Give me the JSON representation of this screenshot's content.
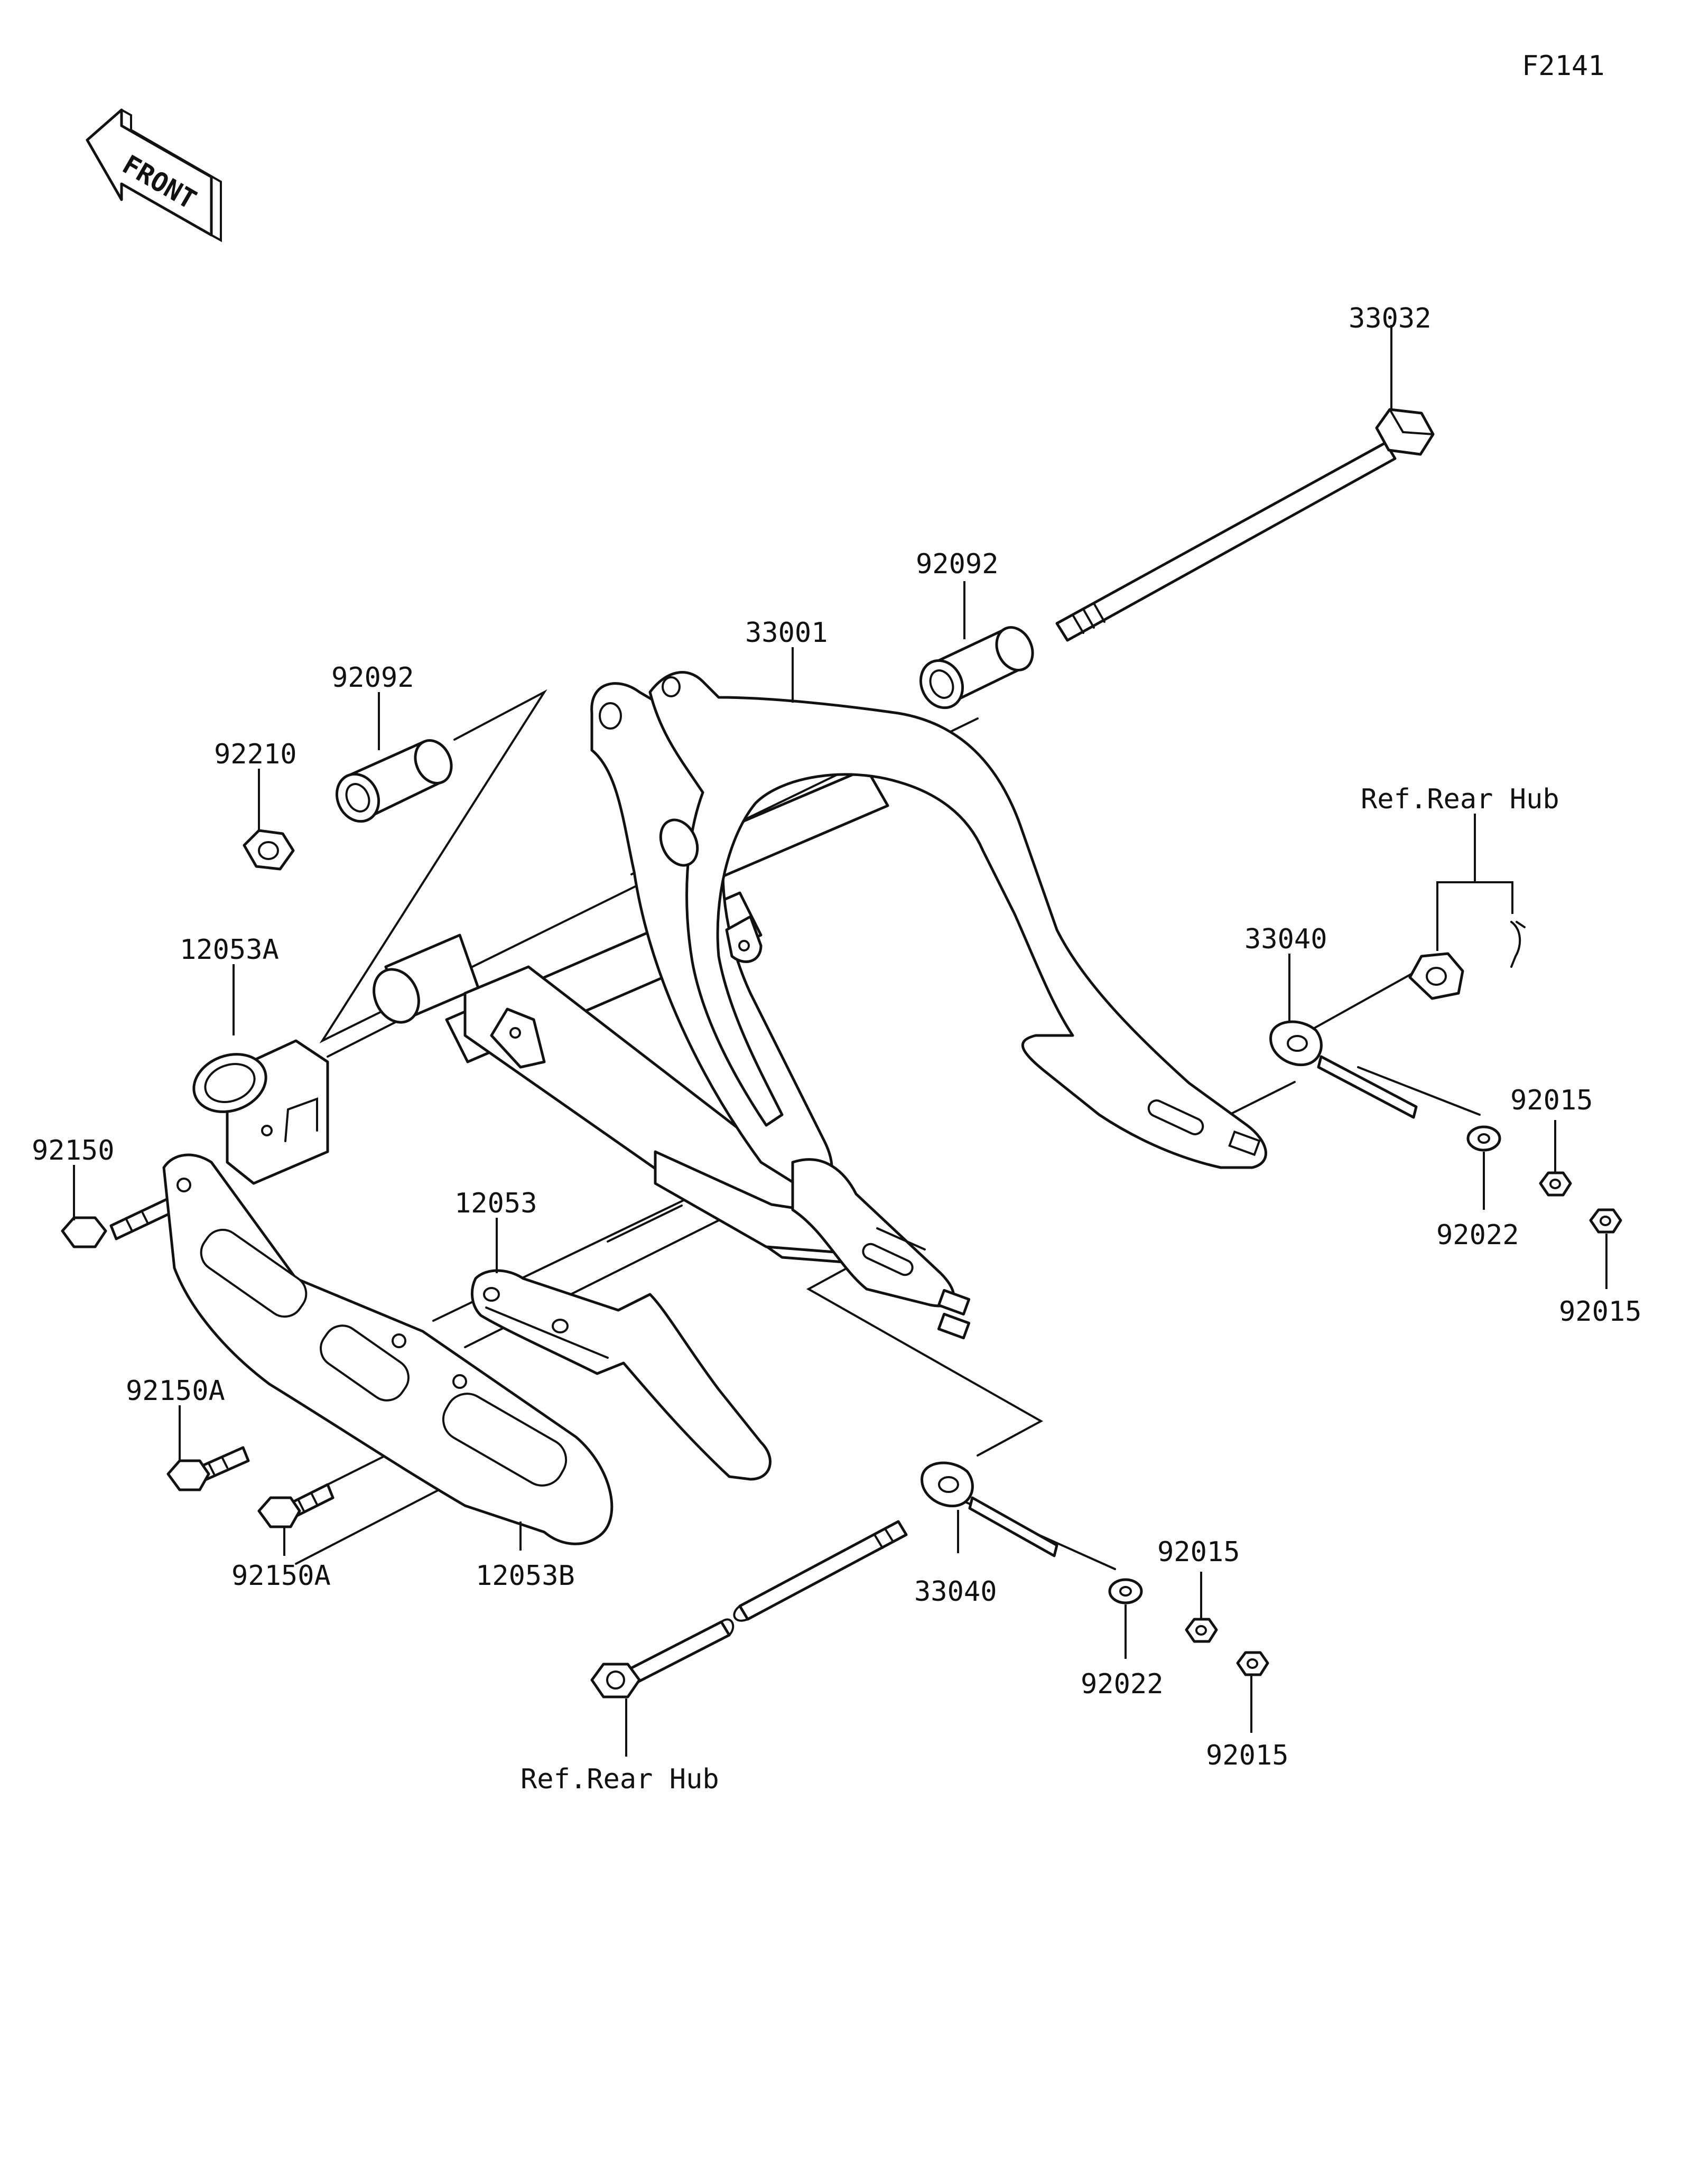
{
  "figure_code": "F2141",
  "front_label": "FRONT",
  "callouts": {
    "p33032": "33032",
    "p92092_right": "92092",
    "p33001": "33001",
    "p92092_left": "92092",
    "p92210": "92210",
    "p12053A": "12053A",
    "p92150": "92150",
    "p12053": "12053",
    "p92150A_top": "92150A",
    "p92150A_bottom": "92150A",
    "p12053B": "12053B",
    "ref_rear_hub_top": "Ref.Rear Hub",
    "p33040_right": "33040",
    "p92015_r1": "92015",
    "p92022_right": "92022",
    "p92015_r2": "92015",
    "p33040_bottom": "33040",
    "p92015_b1": "92015",
    "p92022_bottom": "92022",
    "p92015_b2": "92015",
    "ref_rear_hub_bottom": "Ref.Rear Hub"
  }
}
